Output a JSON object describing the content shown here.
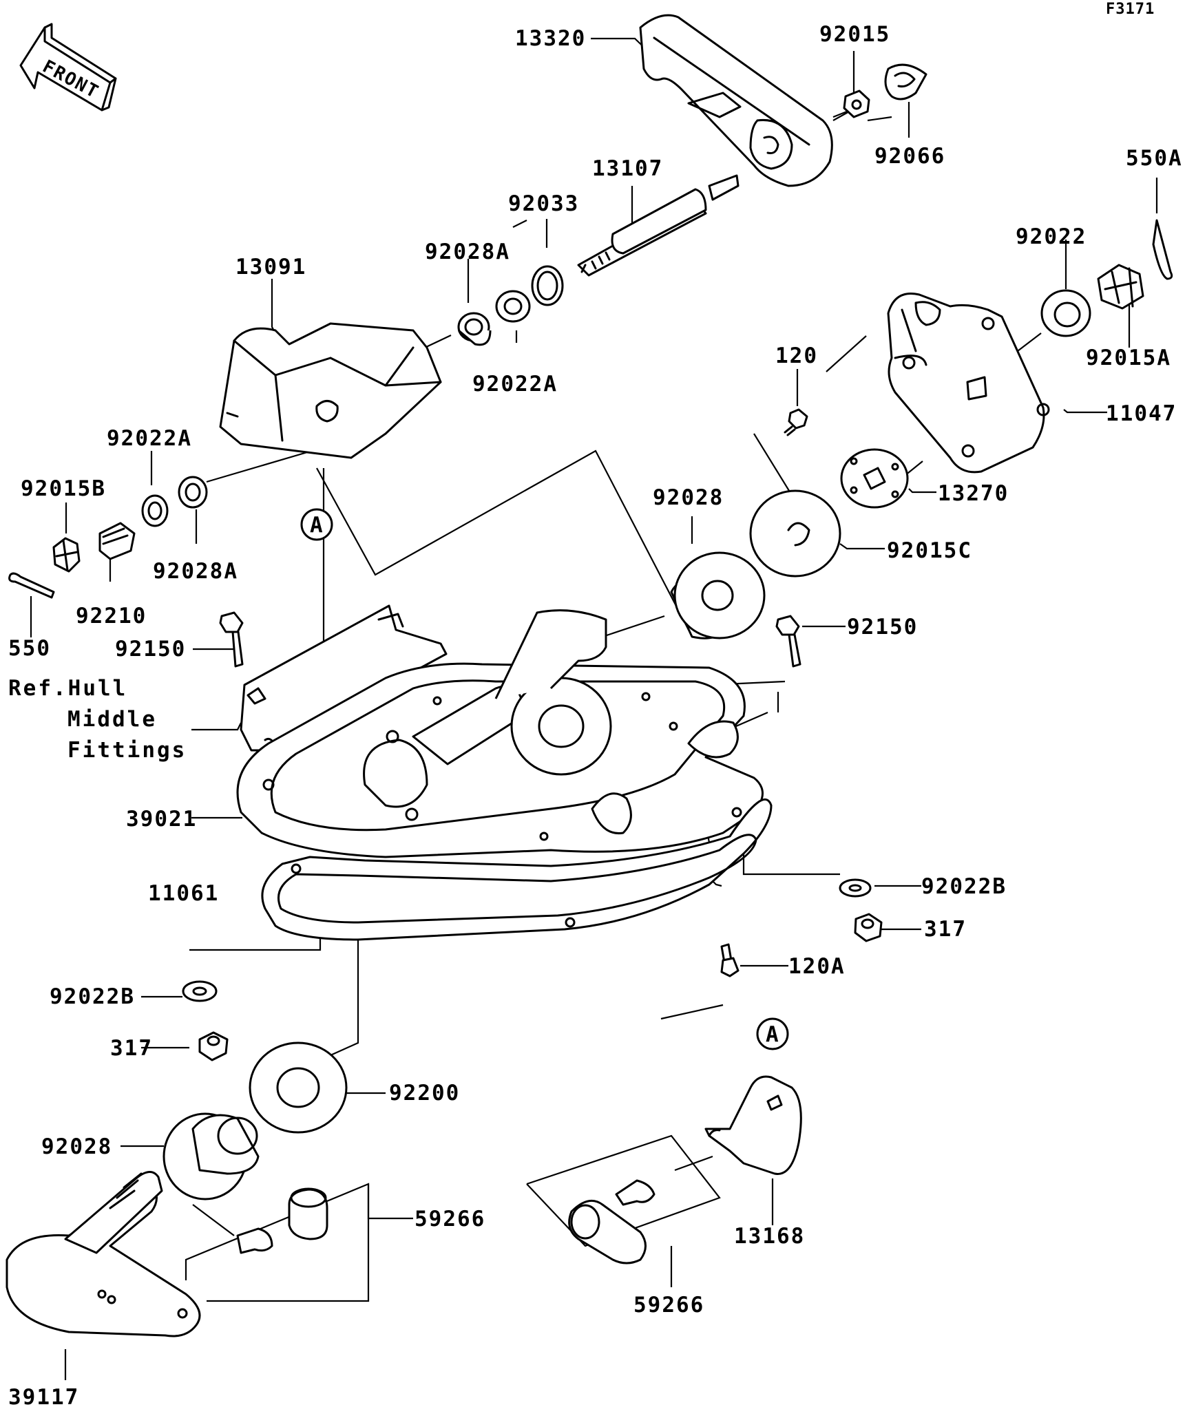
{
  "figure_code": "F3171",
  "front_arrow_label": "FRONT",
  "reference_note": [
    "Ref.Hull",
    "Middle",
    "Fittings"
  ],
  "callout_marker": "A",
  "part_labels": {
    "p13320": "13320",
    "p92015": "92015",
    "p92066": "92066",
    "p13107": "13107",
    "p550A": "550A",
    "p92033": "92033",
    "p92022": "92022",
    "p13091": "13091",
    "p92028A_top": "92028A",
    "p92015A": "92015A",
    "p92022A_top": "92022A",
    "p120": "120",
    "p11047": "11047",
    "p92022A_left": "92022A",
    "p92015B": "92015B",
    "p13270": "13270",
    "p92028_top": "92028",
    "p92015C": "92015C",
    "p92028A_left": "92028A",
    "p92210": "92210",
    "p550": "550",
    "p92150_left": "92150",
    "p92150_right": "92150",
    "p39021": "39021",
    "p11061": "11061",
    "p92022B_right": "92022B",
    "p317_right": "317",
    "p120A": "120A",
    "p92022B_left": "92022B",
    "p317_left": "317",
    "p92200": "92200",
    "p92028_bottom": "92028",
    "p59266_left": "59266",
    "p13168": "13168",
    "p59266_bottom": "59266",
    "p39117": "39117"
  }
}
